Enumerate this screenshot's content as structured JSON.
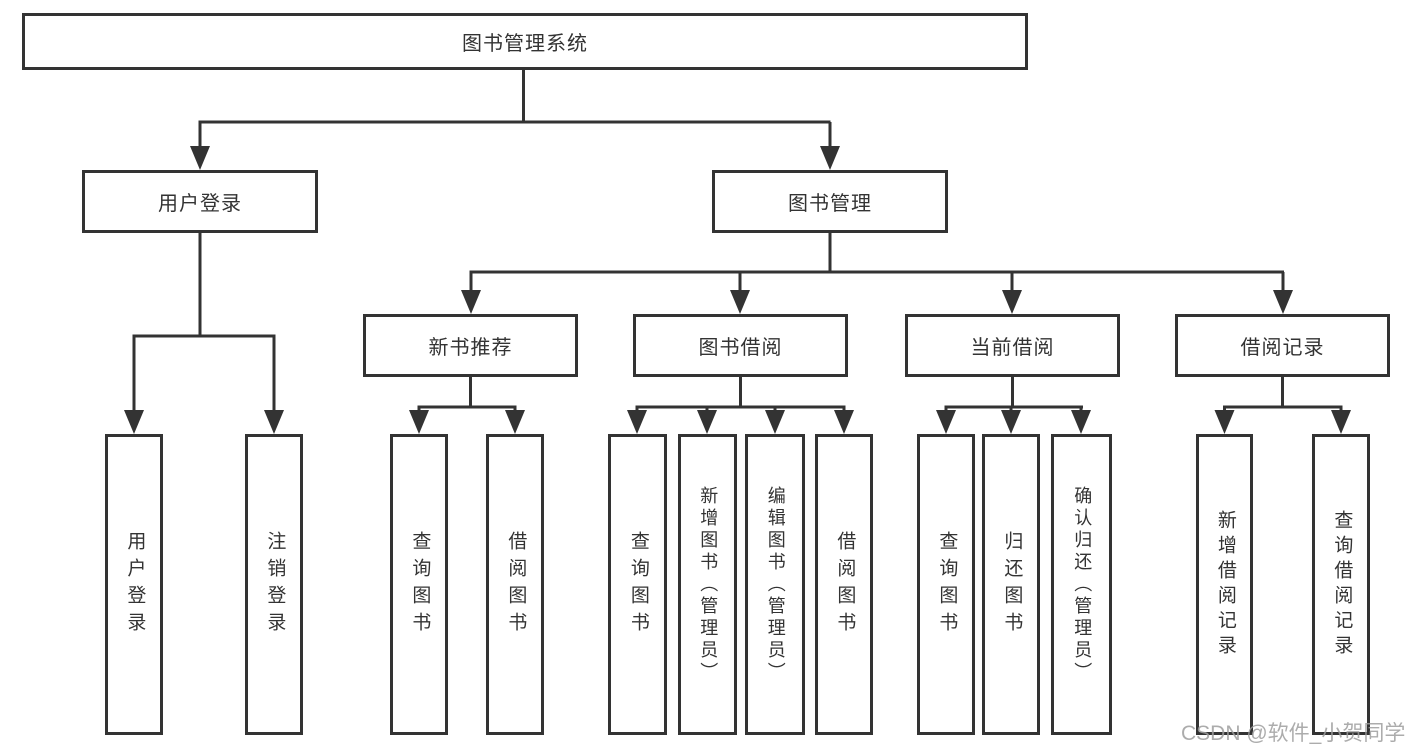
{
  "nodes": {
    "root": "图书管理系统",
    "user_login": "用户登录",
    "book_management": "图书管理",
    "new_book_recommend": "新书推荐",
    "book_borrow": "图书借阅",
    "current_borrow": "当前借阅",
    "borrow_record": "借阅记录",
    "user_login_children": [
      "用户登录",
      "注销登录"
    ],
    "new_book_recommend_children": [
      "查询图书",
      "借阅图书"
    ],
    "book_borrow_children": [
      "查询图书",
      "新增图书（管理员）",
      "编辑图书（管理员）",
      "借阅图书"
    ],
    "current_borrow_children": [
      "查询图书",
      "归还图书",
      "确认归还（管理员）"
    ],
    "borrow_record_children": [
      "新增借阅记录",
      "查询借阅记录"
    ]
  },
  "watermark": {
    "text": "CSDN @软件_小贺同学"
  },
  "colors": {
    "line": "#333333",
    "text": "#333333",
    "background": "#ffffff",
    "watermark": "#9e9e9e"
  }
}
